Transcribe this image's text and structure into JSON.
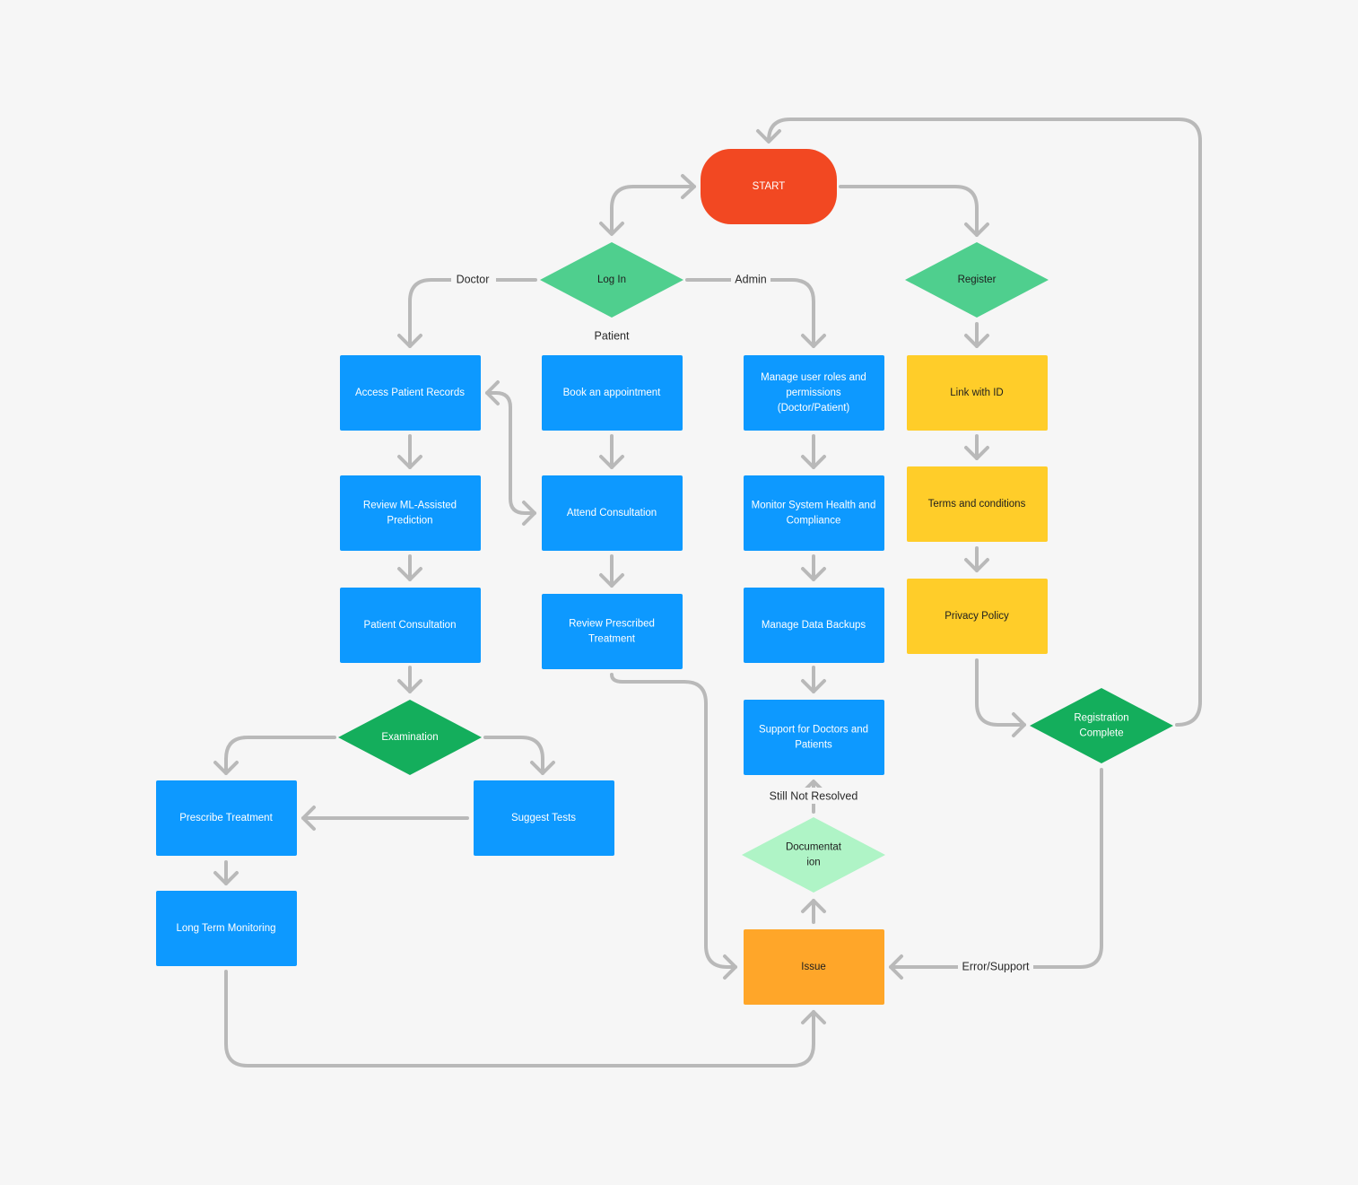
{
  "colors": {
    "background": "#f6f6f6",
    "connector": "#b9b9b9",
    "start": "#f24822",
    "process": "#0d99ff",
    "decision_light": "#4fcf8e",
    "decision_dark": "#14ae5c",
    "decision_pale": "#aff4c6",
    "registration_step": "#ffcd29",
    "issue": "#ffa629"
  },
  "nodes": {
    "start": [
      "START"
    ],
    "log_in": [
      "Log In"
    ],
    "register": [
      "Register"
    ],
    "access_patient_records": [
      "Access Patient Records"
    ],
    "book_appointment": [
      "Book an appointment"
    ],
    "manage_user_roles": [
      "Manage user roles and",
      "permissions",
      "(Doctor/Patient)"
    ],
    "link_with_id": [
      "Link with ID"
    ],
    "review_ml_prediction": [
      "Review ML-Assisted",
      "Prediction"
    ],
    "attend_consultation": [
      "Attend Consultation"
    ],
    "monitor_system_health": [
      "Monitor System Health and",
      "Compliance"
    ],
    "terms_and_conditions": [
      "Terms and conditions"
    ],
    "patient_consultation": [
      "Patient Consultation"
    ],
    "review_prescribed_treatment": [
      "Review Prescribed",
      "Treatment"
    ],
    "manage_data_backups": [
      "Manage Data Backups"
    ],
    "privacy_policy": [
      "Privacy Policy"
    ],
    "examination": [
      "Examination"
    ],
    "support": [
      "Support for Doctors and",
      "Patients"
    ],
    "registration_complete": [
      "Registration",
      "Complete"
    ],
    "prescribe_treatment": [
      "Prescribe Treatment"
    ],
    "suggest_tests": [
      "Suggest Tests"
    ],
    "documentation": [
      "Documentat",
      "ion"
    ],
    "long_term_monitoring": [
      "Long Term Monitoring"
    ],
    "issue": [
      "Issue"
    ]
  },
  "edge_labels": {
    "doctor": "Doctor",
    "admin": "Admin",
    "patient": "Patient",
    "still_not_resolved": "Still Not Resolved",
    "error_support": "Error/Support"
  }
}
